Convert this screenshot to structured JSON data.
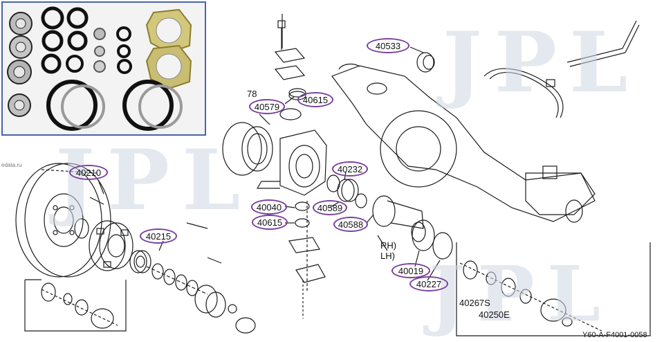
{
  "watermark": {
    "text": "JPL"
  },
  "site_tag": "edata.ru",
  "footer_code": "Y60-A-F4001-0058",
  "callouts": {
    "c40533": "40533",
    "c40615_top": "40615",
    "c40579": "40579",
    "c40210": "40210",
    "c40232": "40232",
    "c40040": "40040",
    "c40589": "40589",
    "c40615_mid": "40615",
    "c40588": "40588",
    "c40215": "40215",
    "c40019": "40019",
    "c40227": "40227"
  },
  "plain_labels": {
    "l78": "78",
    "rh": "RH)",
    "lh": "LH)",
    "l40267s": "40267S",
    "l40250e": "40250E"
  },
  "colors": {
    "callout_outline": "#7a3f9e",
    "inset_border": "#4a63a8",
    "watermark": "#cfd8e3",
    "line_art": "#1a1a1a"
  }
}
